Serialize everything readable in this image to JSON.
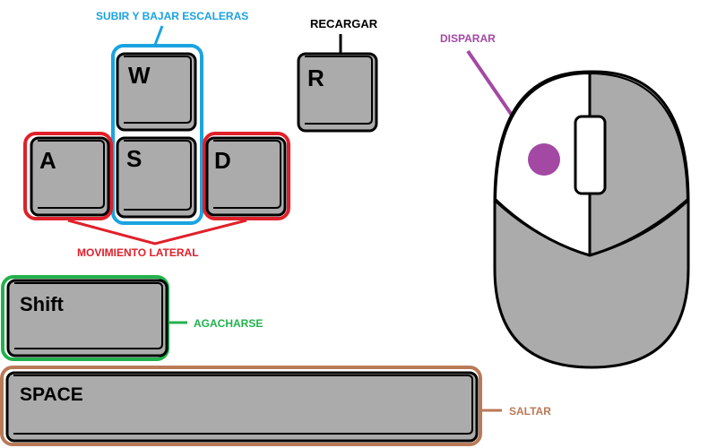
{
  "keys": {
    "w": "W",
    "r": "R",
    "a": "A",
    "s": "S",
    "d": "D",
    "shift": "Shift",
    "space": "SPACE"
  },
  "labels": {
    "stairs": "SUBIR Y BAJAR ESCALERAS",
    "reload": "RECARGAR",
    "lateral": "MOVIMIENTO LATERAL",
    "crouch": "AGACHARSE",
    "jump": "SALTAR",
    "shoot": "DISPARAR"
  },
  "colors": {
    "stairs": "#1aa3e0",
    "reload": "#000000",
    "lateral": "#e0202a",
    "crouch": "#22b14c",
    "jump": "#b97a57",
    "shoot": "#a349a4",
    "key_fill": "#ababab",
    "outline": "#000000"
  }
}
